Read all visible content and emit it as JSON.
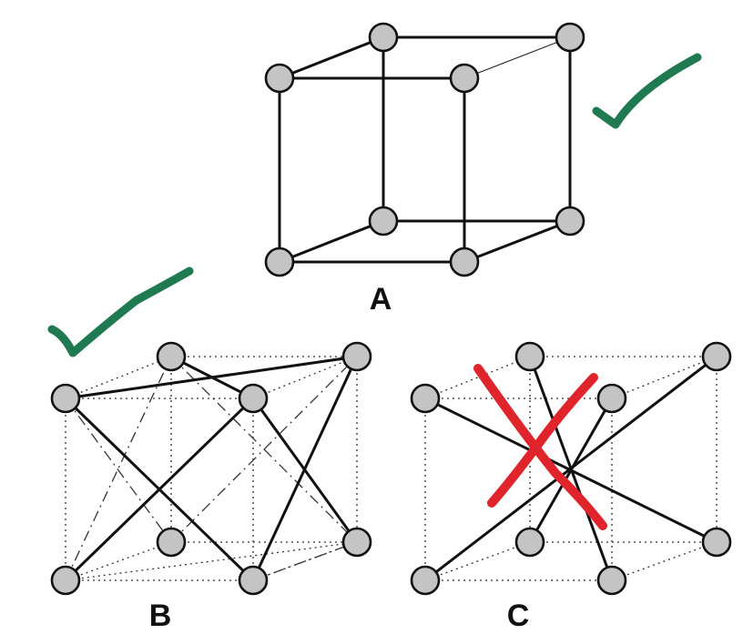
{
  "diagrams": [
    {
      "id": "A",
      "label": "A",
      "mark": "check",
      "mark_color": "#1f7a52"
    },
    {
      "id": "B",
      "label": "B",
      "mark": "check",
      "mark_color": "#1f7a52"
    },
    {
      "id": "C",
      "label": "C",
      "mark": "cross",
      "mark_color": "#e0242b"
    }
  ],
  "colors": {
    "node_fill": "#c4c4c4",
    "line": "#111111",
    "check": "#1f7a52",
    "cross": "#e0242b"
  }
}
